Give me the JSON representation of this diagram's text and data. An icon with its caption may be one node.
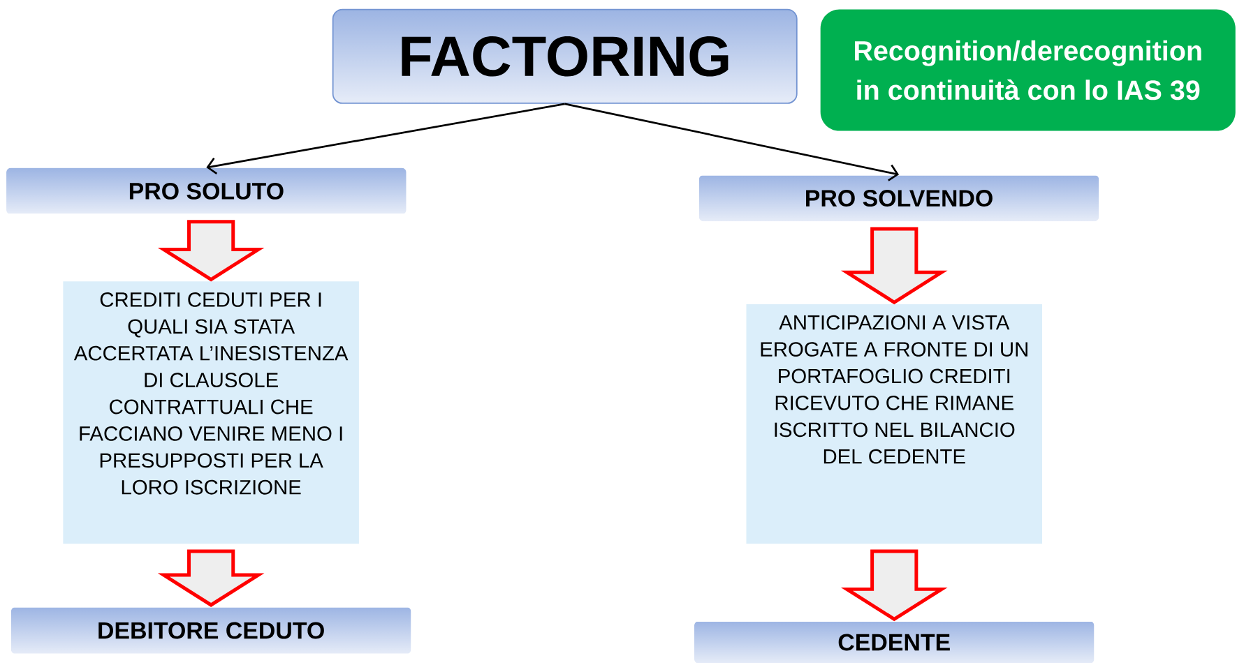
{
  "diagram": {
    "nodes": [
      {
        "text": [
          "FACTORING"
        ]
      },
      {
        "text": [
          "Recognition/derecognition in continuità con lo IAS 39"
        ]
      },
      {
        "text": [
          "PRO SOLUTO"
        ]
      },
      {
        "text": [
          "PRO SOLVENDO"
        ]
      },
      {
        "text": [
          "CREDITI CEDUTI PER I QUALI SIA STATA ACCERTATA L’INESISTENZA DI CLAUSOLE CONTRATTUALI CHE FACCIANO VENIRE MENO I PRESUPPOSTI PER LA LORO ISCRIZIONE"
        ]
      },
      {
        "text": [
          "ANTICIPAZIONI A VISTA EROGATE A FRONTE DI UN PORTAFOGLIO CREDITI RICEVUTO CHE RIMANE ISCRITTO NEL BILANCIO DEL CEDENTE"
        ]
      },
      {
        "text": [
          "DEBITORE CEDUTO"
        ]
      },
      {
        "text": [
          "CEDENTE"
        ]
      }
    ],
    "edges": [
      {
        "from": 0,
        "to": 2,
        "arrow": "to"
      },
      {
        "from": 0,
        "to": 3,
        "arrow": "to"
      },
      {
        "from": 2,
        "to": 4,
        "arrow": "to",
        "style": "thick",
        "color": "#ff0000"
      },
      {
        "from": 4,
        "to": 6,
        "arrow": "to",
        "style": "thick",
        "color": "#ff0000"
      },
      {
        "from": 3,
        "to": 5,
        "arrow": "to",
        "style": "thick",
        "color": "#ff0000"
      },
      {
        "from": 5,
        "to": 7,
        "arrow": "to",
        "style": "thick",
        "color": "#ff0000"
      }
    ]
  }
}
